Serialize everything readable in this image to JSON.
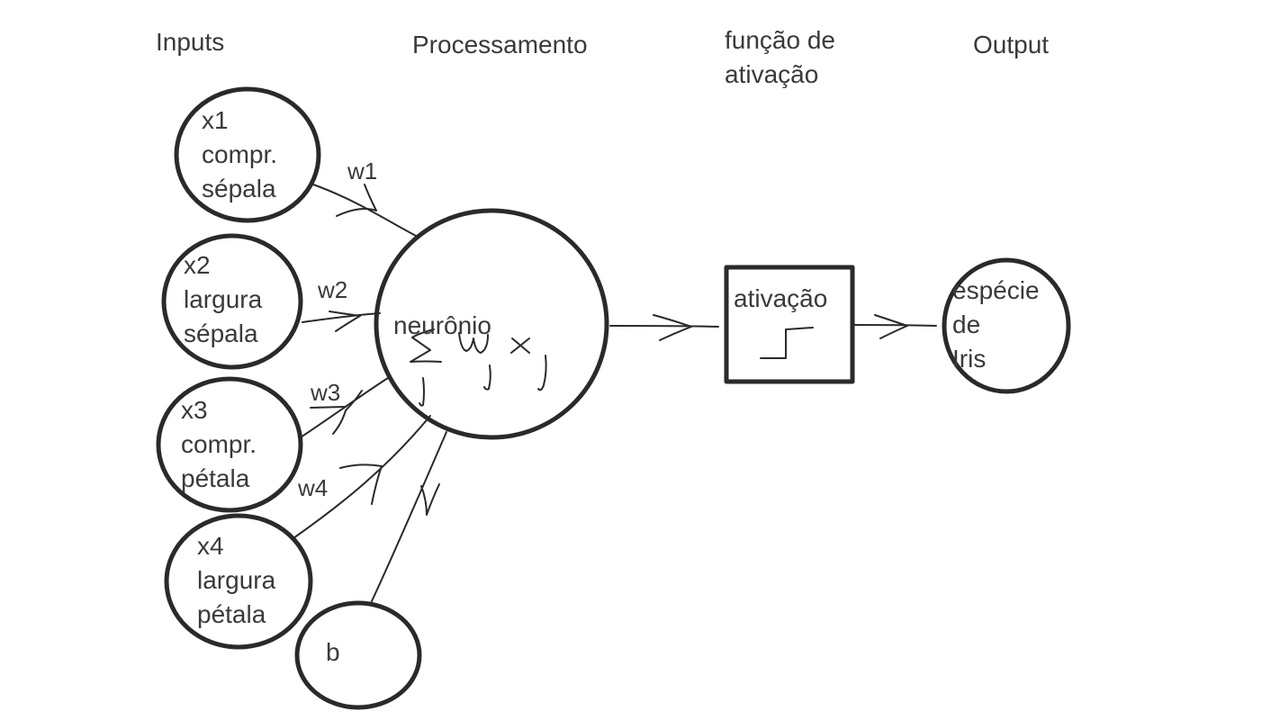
{
  "columns": {
    "inputs": "Inputs",
    "processing": "Processamento",
    "activation_line1": "função de",
    "activation_line2": "ativação",
    "output": "Output"
  },
  "inputs": [
    {
      "id": "x1",
      "line2": "compr.",
      "line3": "sépala"
    },
    {
      "id": "x2",
      "line2": "largura",
      "line3": "sépala"
    },
    {
      "id": "x3",
      "line2": "compr.",
      "line3": "pétala"
    },
    {
      "id": "x4",
      "line2": "largura",
      "line3": "pétala"
    }
  ],
  "bias": "b",
  "weights": [
    "w1",
    "w2",
    "w3",
    "w4"
  ],
  "neuron": {
    "label": "neurônio"
  },
  "activation_box": {
    "label": "ativação"
  },
  "output_node": {
    "line1": "espécie",
    "line2": "de",
    "line3": "Iris"
  }
}
